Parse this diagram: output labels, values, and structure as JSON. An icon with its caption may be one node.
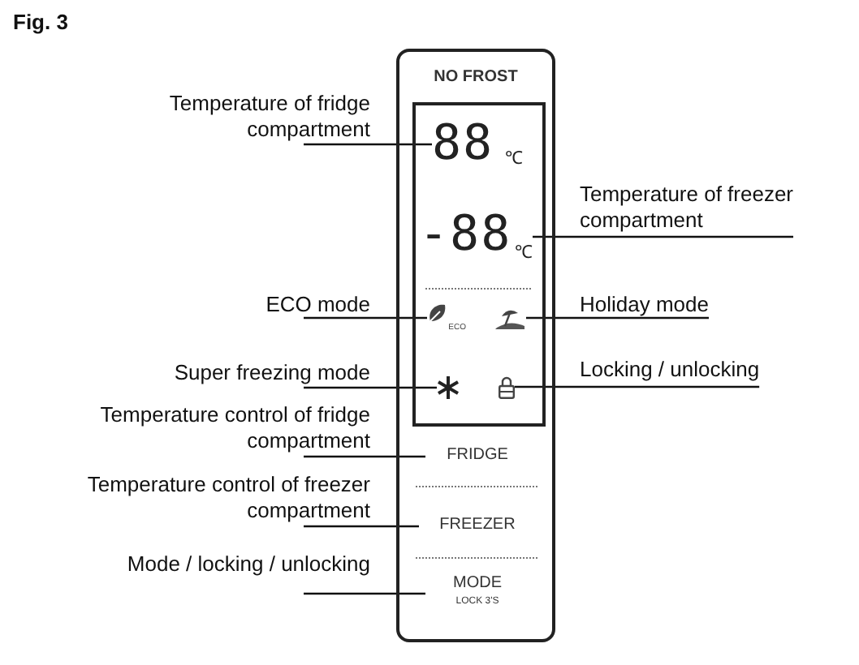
{
  "diagram": {
    "title": "Fig. 3",
    "nodes": [
      {
        "text": [
          "NO FROST"
        ]
      },
      {
        "text": [],
        "shape": "box",
        "in": 0
      },
      {
        "text": [
          "88"
        ],
        "beside": [
          "℃"
        ],
        "in": 1
      },
      {
        "text": [
          "-88"
        ],
        "beside": [
          "℃"
        ],
        "in": 1
      },
      {
        "text": [
          "ECO"
        ],
        "in": 1
      },
      {
        "text": [],
        "shape": "icon",
        "in": 1
      },
      {
        "text": [],
        "shape": "icon",
        "in": 1
      },
      {
        "text": [],
        "shape": "icon",
        "in": 1
      },
      {
        "text": [
          "FRIDGE"
        ],
        "in": 0
      },
      {
        "text": [
          "FREEZER"
        ],
        "in": 0
      },
      {
        "text": [
          "MODE",
          "LOCK 3'S"
        ],
        "in": 0
      },
      {
        "text": [
          "Temperature of fridge compartment"
        ]
      },
      {
        "text": [
          "Temperature of freezer compartment"
        ]
      },
      {
        "text": [
          "ECO mode"
        ]
      },
      {
        "text": [
          "Holiday mode"
        ]
      },
      {
        "text": [
          "Super freezing mode"
        ]
      },
      {
        "text": [
          "Locking / unlocking"
        ]
      },
      {
        "text": [
          "Temperature control of fridge compartment"
        ]
      },
      {
        "text": [
          "Temperature control of freezer compartment"
        ]
      },
      {
        "text": [
          "Mode / locking / unlocking"
        ]
      }
    ],
    "edges": [
      {
        "from": 11,
        "to": 2,
        "arrow": "none"
      },
      {
        "from": 12,
        "to": 3,
        "arrow": "none"
      },
      {
        "from": 13,
        "to": 4,
        "arrow": "none"
      },
      {
        "from": 14,
        "to": 5,
        "arrow": "none"
      },
      {
        "from": 15,
        "to": 6,
        "arrow": "none"
      },
      {
        "from": 16,
        "to": 7,
        "arrow": "none"
      },
      {
        "from": 17,
        "to": 8,
        "arrow": "none"
      },
      {
        "from": 18,
        "to": 9,
        "arrow": "none"
      },
      {
        "from": 19,
        "to": 10,
        "arrow": "none"
      }
    ]
  }
}
